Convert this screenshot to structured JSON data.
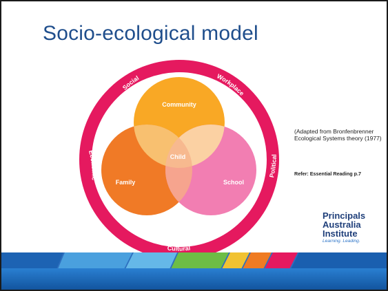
{
  "slide": {
    "title": "Socio-ecological model"
  },
  "diagram": {
    "outer_ring_labels": {
      "top_left": "Social",
      "top_right": "Workplace",
      "left": "Economic",
      "right": "Political",
      "bottom": "Cultural"
    },
    "circles": {
      "top": "Community",
      "left": "Family",
      "right": "School",
      "center": "Child"
    },
    "colors": {
      "ring": "#e5195f",
      "community": "#f9a825",
      "family": "#f07a26",
      "school": "#f27eb2",
      "title": "#1f4e8c"
    }
  },
  "caption": "(Adapted from Bronfenbrenner Ecological Systems theory (1977)",
  "refer": "Refer: Essential Reading p.7",
  "logo": {
    "line1": "Principals",
    "line2": "Australia",
    "line3": "Institute",
    "tagline": "Learning. Leading."
  }
}
